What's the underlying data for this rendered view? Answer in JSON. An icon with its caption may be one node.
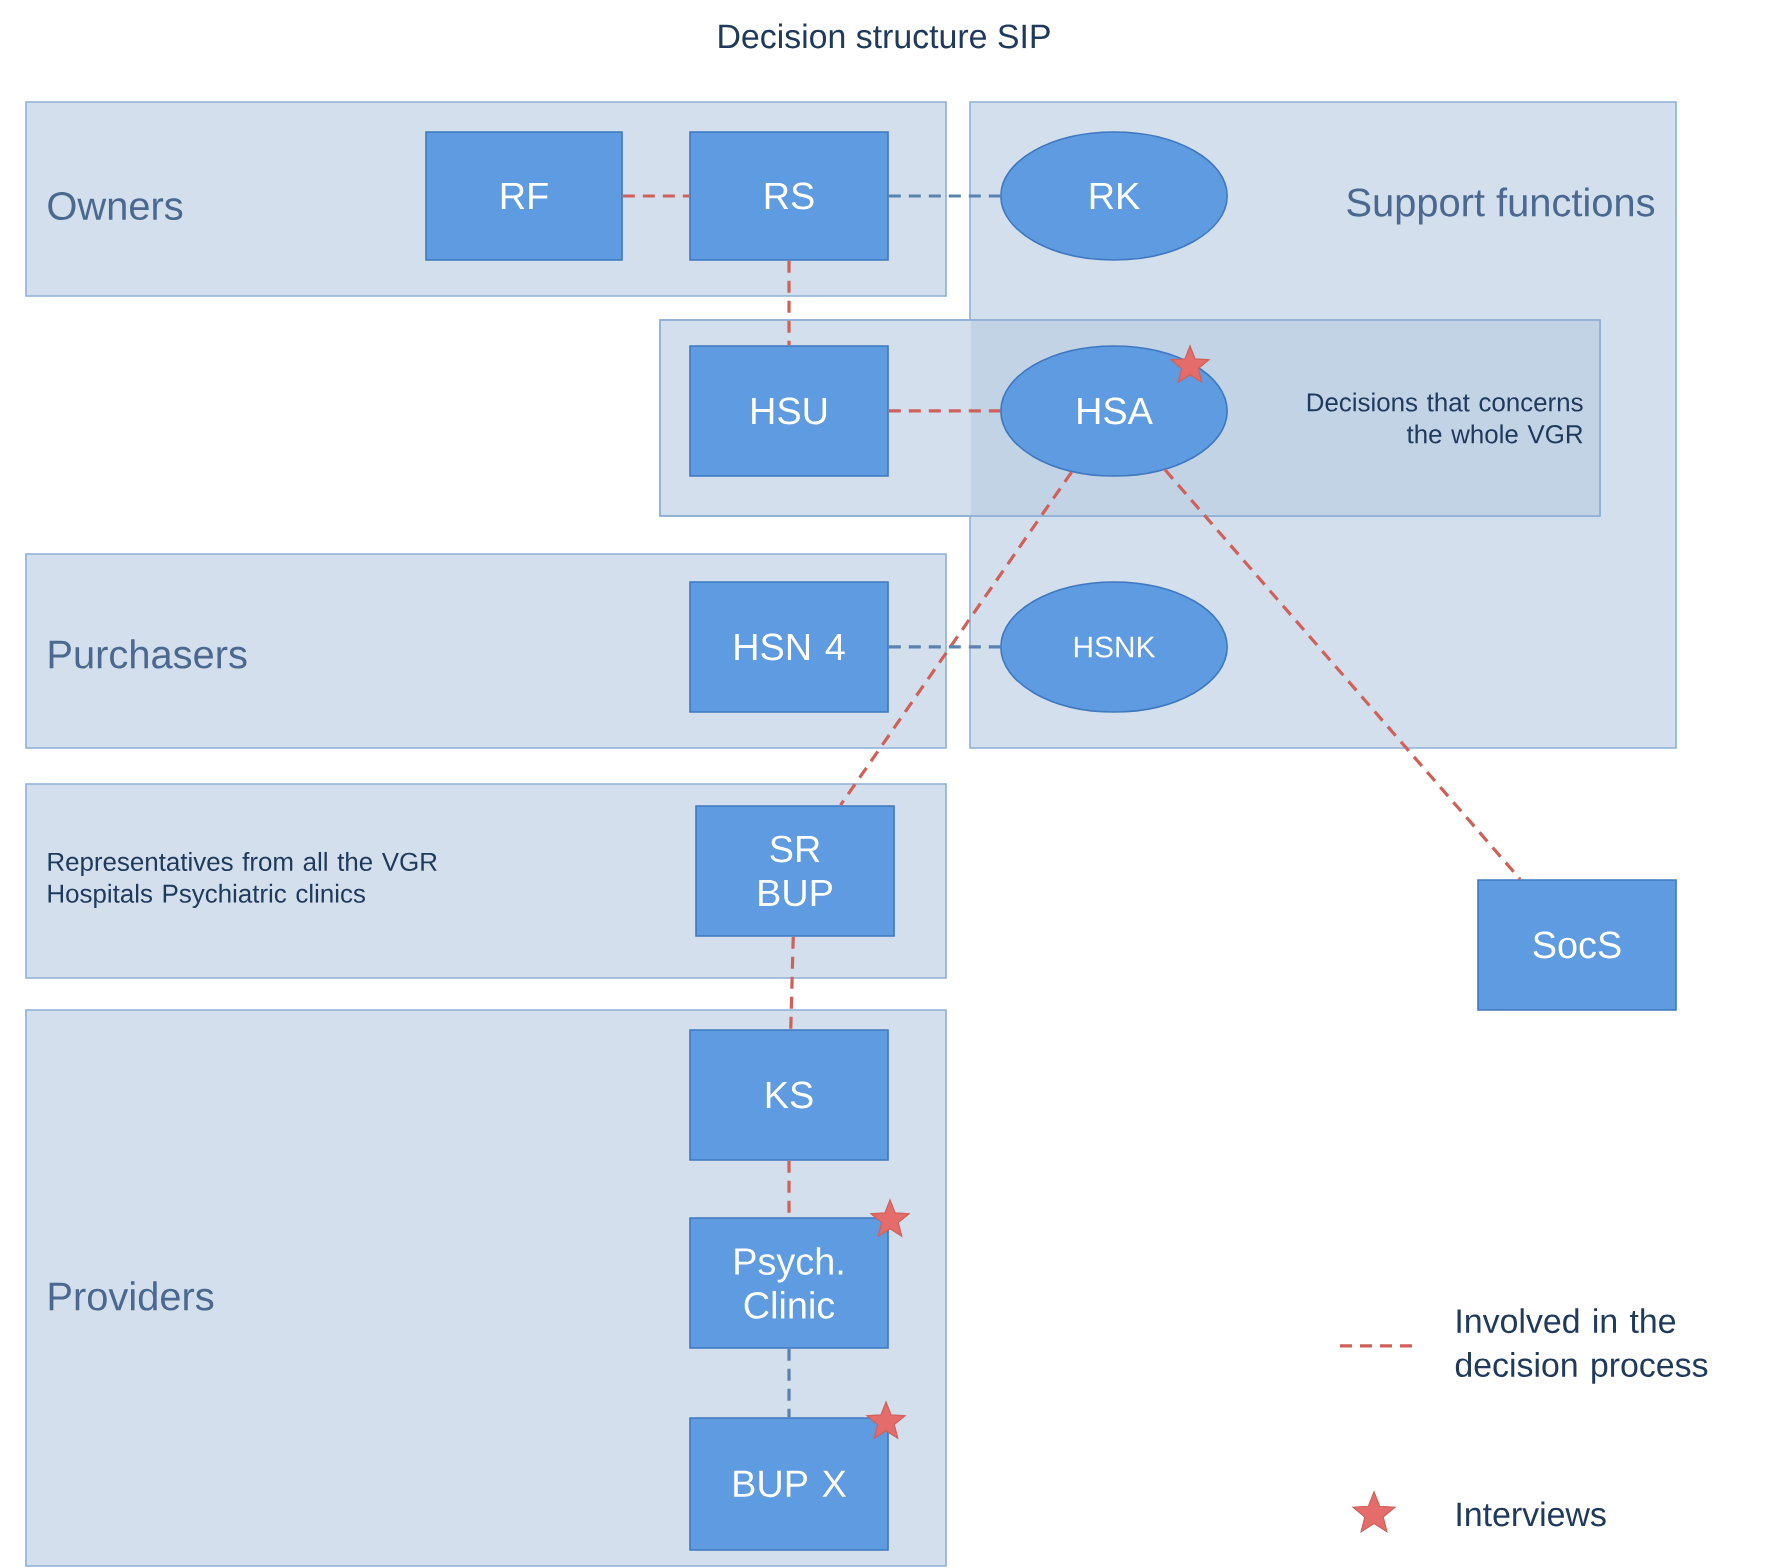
{
  "diagram": {
    "title": "Decision structure SIP",
    "nodes": [
      {
        "text": [
          "Owners"
        ]
      },
      {
        "text": [
          "RF"
        ],
        "in": 0
      },
      {
        "text": [
          "RS"
        ],
        "in": 0
      },
      {
        "text": [
          "Support functions"
        ]
      },
      {
        "text": [
          "RK"
        ],
        "in": 3
      },
      {
        "text": [
          "Decisions that concerns the whole VGR"
        ]
      },
      {
        "text": [
          "HSU"
        ],
        "in": 5
      },
      {
        "text": [
          "HSA"
        ]
      },
      {
        "text": [
          "Purchasers"
        ]
      },
      {
        "text": [
          "HSN 4"
        ],
        "in": 8
      },
      {
        "text": [
          "HSNK"
        ],
        "in": 3
      },
      {
        "text": [
          "Representatives from all the VGR Hospitals Psychiatric clinics"
        ]
      },
      {
        "text": [
          "SR BUP"
        ],
        "in": 11
      },
      {
        "text": [
          "SocS"
        ]
      },
      {
        "text": [
          "Providers"
        ]
      },
      {
        "text": [
          "KS"
        ],
        "in": 14
      },
      {
        "text": [
          "Psych. Clinic"
        ],
        "in": 14
      },
      {
        "text": [
          "BUP X"
        ],
        "in": 14
      }
    ],
    "edges": [
      {
        "from": 1,
        "to": 2,
        "arrow": "none",
        "style": "dashed"
      },
      {
        "from": 2,
        "to": 4,
        "arrow": "none",
        "style": "dashed",
        "color": "#5b82ad"
      },
      {
        "from": 2,
        "to": 6,
        "arrow": "none",
        "style": "dashed"
      },
      {
        "from": 6,
        "to": 7,
        "arrow": "none",
        "style": "dashed"
      },
      {
        "from": 7,
        "to": 12,
        "arrow": "none",
        "style": "dashed"
      },
      {
        "from": 7,
        "to": 13,
        "arrow": "none",
        "style": "dashed"
      },
      {
        "from": 9,
        "to": 10,
        "arrow": "none",
        "style": "dashed",
        "color": "#5b82ad"
      },
      {
        "from": 12,
        "to": 15,
        "arrow": "none",
        "style": "dashed"
      },
      {
        "from": 15,
        "to": 16,
        "arrow": "none",
        "style": "dashed"
      },
      {
        "from": 16,
        "to": 17,
        "arrow": "none",
        "style": "dashed",
        "color": "#5b82ad"
      }
    ],
    "legend": [
      {
        "text": "Involved in the decision process"
      },
      {
        "text": "Interviews"
      }
    ]
  }
}
